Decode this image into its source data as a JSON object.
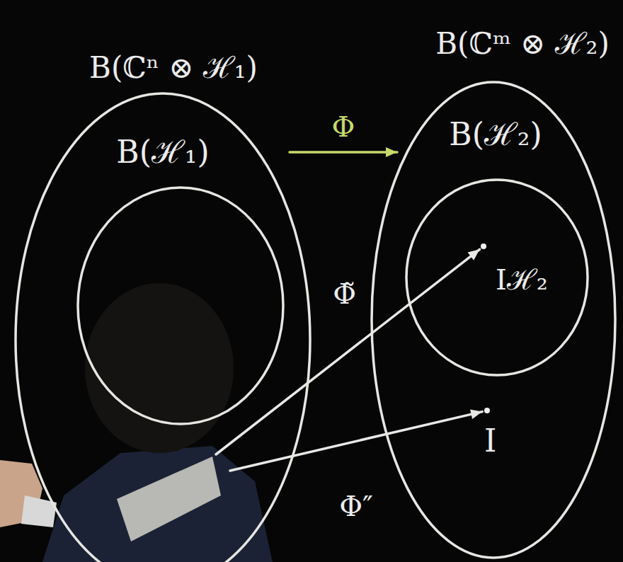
{
  "diagram": {
    "nodes": [
      {
        "text": [
          "B(ℂⁿ ⊗ ℋ₁)"
        ]
      },
      {
        "text": [
          "B(ℋ₁)"
        ],
        "in": 0
      },
      {
        "text": [
          "B(ℂᵐ ⊗ ℋ₂)"
        ]
      },
      {
        "text": [
          "B(ℋ₂)"
        ],
        "in": 2
      },
      {
        "text": [
          "Iℋ₂"
        ],
        "in": 3
      },
      {
        "text": [
          "I"
        ],
        "in": 2
      }
    ],
    "edges": [
      {
        "from": 1,
        "to": 3,
        "label": "Φ",
        "arrow": "to"
      },
      {
        "from": 0,
        "to": 4,
        "label": "Φ̃",
        "arrow": "to"
      },
      {
        "from": 0,
        "to": 5,
        "label": "Φ″",
        "arrow": "to"
      }
    ]
  }
}
